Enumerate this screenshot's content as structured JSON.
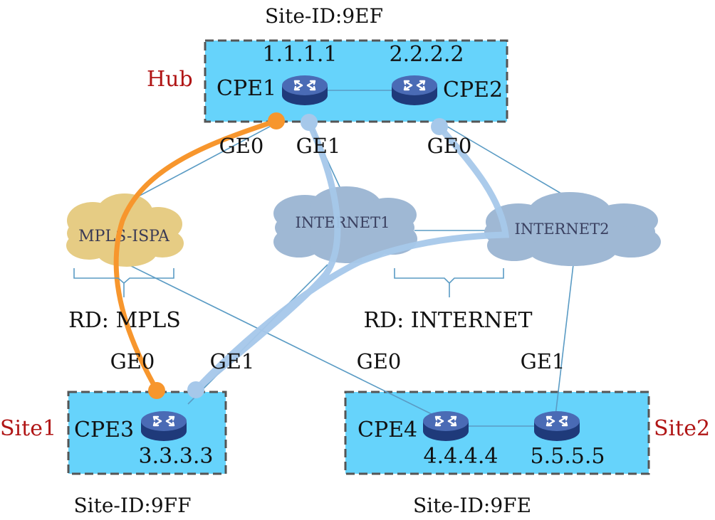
{
  "hub": {
    "site_id": "Site-ID:9EF",
    "label": "Hub",
    "cpe1": {
      "name": "CPE1",
      "ip": "1.1.1.1"
    },
    "cpe2": {
      "name": "CPE2",
      "ip": "2.2.2.2"
    },
    "cpe1_ports": {
      "ge0": "GE0",
      "ge1": "GE1"
    },
    "cpe2_ports": {
      "ge0": "GE0"
    }
  },
  "site1": {
    "site_id": "Site-ID:9FF",
    "label": "Site1",
    "cpe3": {
      "name": "CPE3",
      "ip": "3.3.3.3"
    },
    "ports": {
      "ge0": "GE0",
      "ge1": "GE1"
    }
  },
  "site2": {
    "site_id": "Site-ID:9FE",
    "label": "Site2",
    "cpe4": {
      "name": "CPE4",
      "ip": "4.4.4.4"
    },
    "cpe5": {
      "ip": "5.5.5.5"
    },
    "ports": {
      "ge0": "GE0",
      "ge1": "GE1"
    }
  },
  "clouds": {
    "mpls": "MPLS-ISPA",
    "internet1": "INTERNET1",
    "internet2": "INTERNET2"
  },
  "rd": {
    "mpls": "RD: MPLS",
    "internet": "RD: INTERNET"
  },
  "colors": {
    "site_fill": "#66d3fb",
    "site_border": "#555555",
    "router_top": "#3f5fa8",
    "router_side": "#1f3a7a",
    "mpls_cloud": "#e6cc84",
    "internet_cloud": "#9fb8d4",
    "link_line": "#5a9bc4",
    "tunnel_orange": "#f7962d",
    "tunnel_blue": "#a6c8ea",
    "site_label_red": "#b01515"
  }
}
